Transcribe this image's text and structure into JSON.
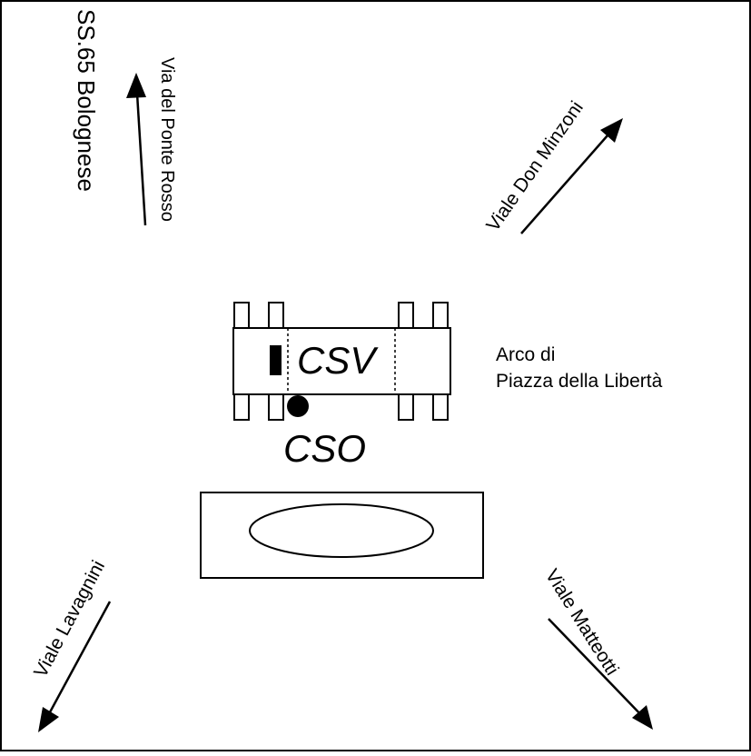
{
  "roads": {
    "ss65": "SS.65 Bolognese",
    "ponte_rosso": "Via del Ponte Rosso",
    "don_minzoni": "Viale Don  Minzoni",
    "lavagnini": "Viale Lavagnini",
    "matteotti": "Viale Matteotti"
  },
  "stations": {
    "csv": "CSV",
    "cso": "CSO"
  },
  "landmark": {
    "line1": "Arco di",
    "line2": "Piazza della Libertà"
  }
}
